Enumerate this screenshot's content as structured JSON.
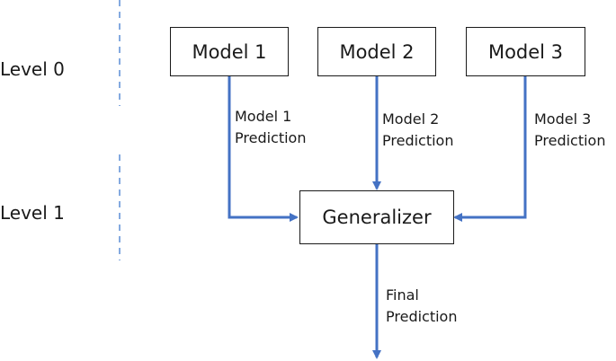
{
  "levels": [
    "Level 0",
    "Level 1"
  ],
  "models": [
    "Model 1",
    "Model 2",
    "Model 3"
  ],
  "generalizer": "Generalizer",
  "edge_labels": [
    [
      "Model 1",
      "Prediction"
    ],
    [
      "Model 2",
      "Prediction"
    ],
    [
      "Model 3",
      "Prediction"
    ]
  ],
  "final_label": [
    "Final",
    "Prediction"
  ],
  "colors": {
    "arrow": "#4472C4",
    "dashed_divider": "#5B8DD6",
    "box_border": "#1a1a1a",
    "text": "#1a1a1a"
  }
}
